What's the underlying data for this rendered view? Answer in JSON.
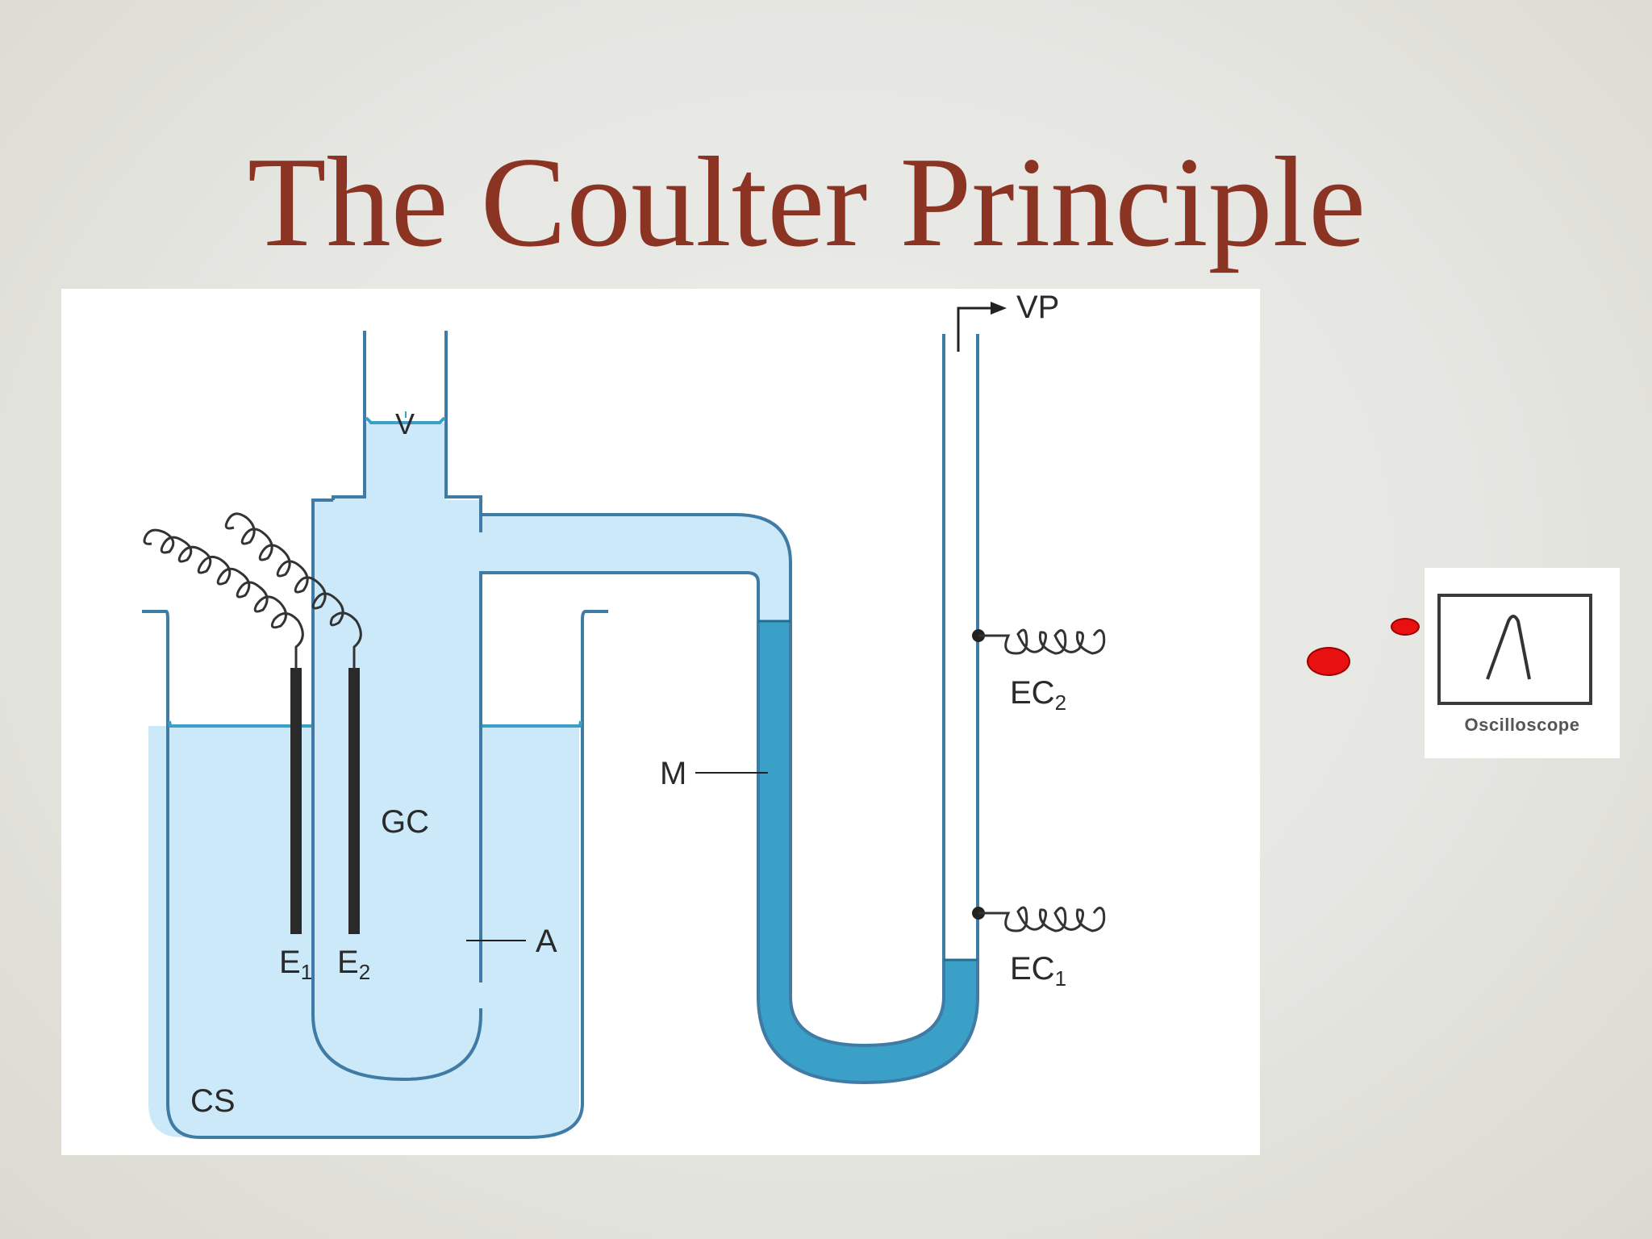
{
  "slide": {
    "title": "The Coulter Principle"
  },
  "diagram": {
    "labels": {
      "vp": "VP",
      "v": "V",
      "ec2_main": "EC",
      "ec2_sub": "2",
      "ec1_main": "EC",
      "ec1_sub": "1",
      "m": "M",
      "gc": "GC",
      "a": "A",
      "e1_main": "E",
      "e1_sub": "1",
      "e2_main": "E",
      "e2_sub": "2",
      "cs": "CS"
    },
    "colors": {
      "light_fluid": "#cce9fa",
      "dark_fluid": "#3aa0c8",
      "outline": "#3f7ba5",
      "electrode": "#2a2a2a",
      "wire": "#333333"
    }
  },
  "oscilloscope": {
    "label": "Oscilloscope"
  },
  "colors": {
    "title": "#8b3424",
    "indicator_dot": "#e81010"
  }
}
